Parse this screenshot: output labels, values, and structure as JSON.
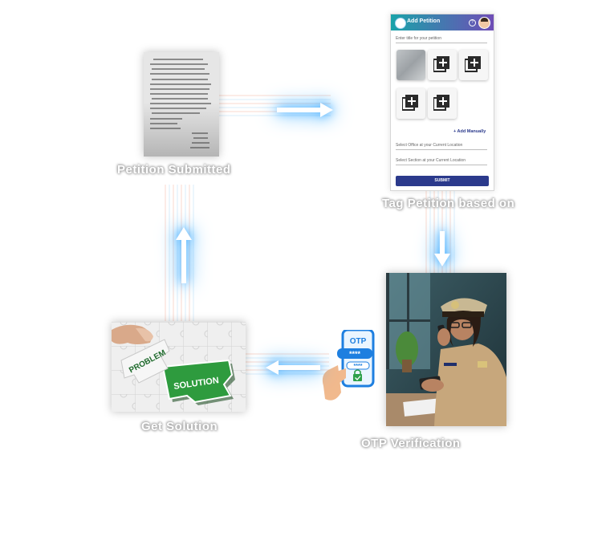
{
  "steps": {
    "petition_submitted": "Petition Submitted",
    "tag_petition": "Tag Petition based on",
    "otp_verification": "OTP Verification",
    "get_solution": "Get Solution"
  },
  "app": {
    "title": "Add Petition",
    "title_placeholder": "Enter title for your petition",
    "add_manually": "Add Manually",
    "office_placeholder": "Select Office at your Current Location",
    "section_placeholder": "Select Section at your Current Location",
    "submit_label": "SUBMIT"
  },
  "otp": {
    "label": "OTP",
    "code_primary": "****",
    "code_secondary": "****"
  },
  "puzzle": {
    "problem_label": "PROBLEM",
    "solution_label": "SOLUTION"
  },
  "colors": {
    "arrow_glow": "#3aa8ff",
    "app_header_start": "#1aa3a9",
    "app_header_end": "#6f4db6",
    "submit": "#2b3a8c",
    "puzzle_green": "#2e9b3e",
    "otp_blue": "#1e7fe0"
  }
}
